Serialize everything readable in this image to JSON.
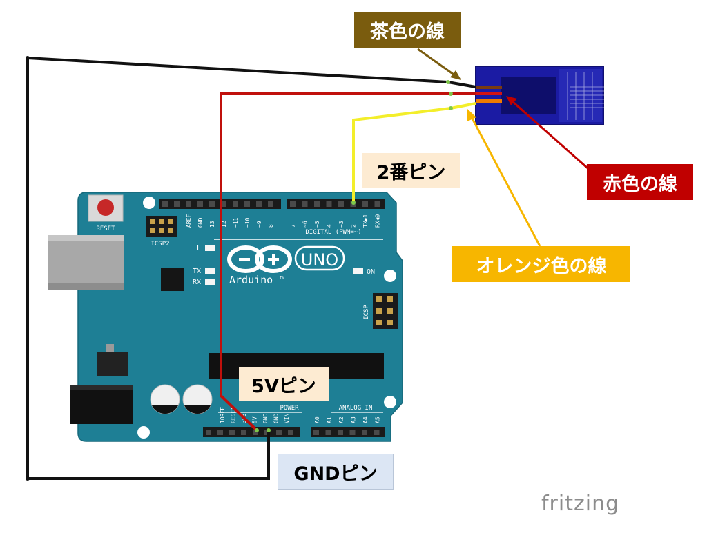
{
  "labels": {
    "brown_wire": "茶色の線",
    "red_wire": "赤色の線",
    "orange_wire": "オレンジ色の線",
    "pin2": "2番ピン",
    "pin5v": "5Vピン",
    "gnd_pin": "GNDピン"
  },
  "board": {
    "reset": "RESET",
    "icsp2": "ICSP2",
    "icsp": "ICSP",
    "uno": "UNO",
    "brand": "Arduino",
    "tm": "TM",
    "led_l": "L",
    "led_tx": "TX",
    "led_rx": "RX",
    "on": "ON",
    "digital": "DIGITAL (PWM=~)",
    "power": "POWER",
    "analog_in": "ANALOG IN",
    "top_pins_left": [
      "AREF",
      "GND",
      "13",
      "12",
      "~11",
      "~10",
      "~9",
      "8"
    ],
    "top_pins_right": [
      "7",
      "~6",
      "~5",
      "4",
      "~3",
      "2",
      "TX▶1",
      "RX◀0"
    ],
    "power_pins": [
      "IOREF",
      "RESET",
      "3V3",
      "5V",
      "GND",
      "GND",
      "VIN"
    ],
    "analog_pins": [
      "A0",
      "A1",
      "A2",
      "A3",
      "A4",
      "A5"
    ]
  },
  "watermark": "fritzing",
  "colors": {
    "board": "#1e7f95",
    "servo": "#1b1ba3",
    "wire_black": "#111111",
    "wire_red": "#c0100c",
    "wire_yellow": "#f3ee2a",
    "brown_label": "#7a5c0e",
    "red_label": "#c00000",
    "orange_label": "#f7b600"
  }
}
